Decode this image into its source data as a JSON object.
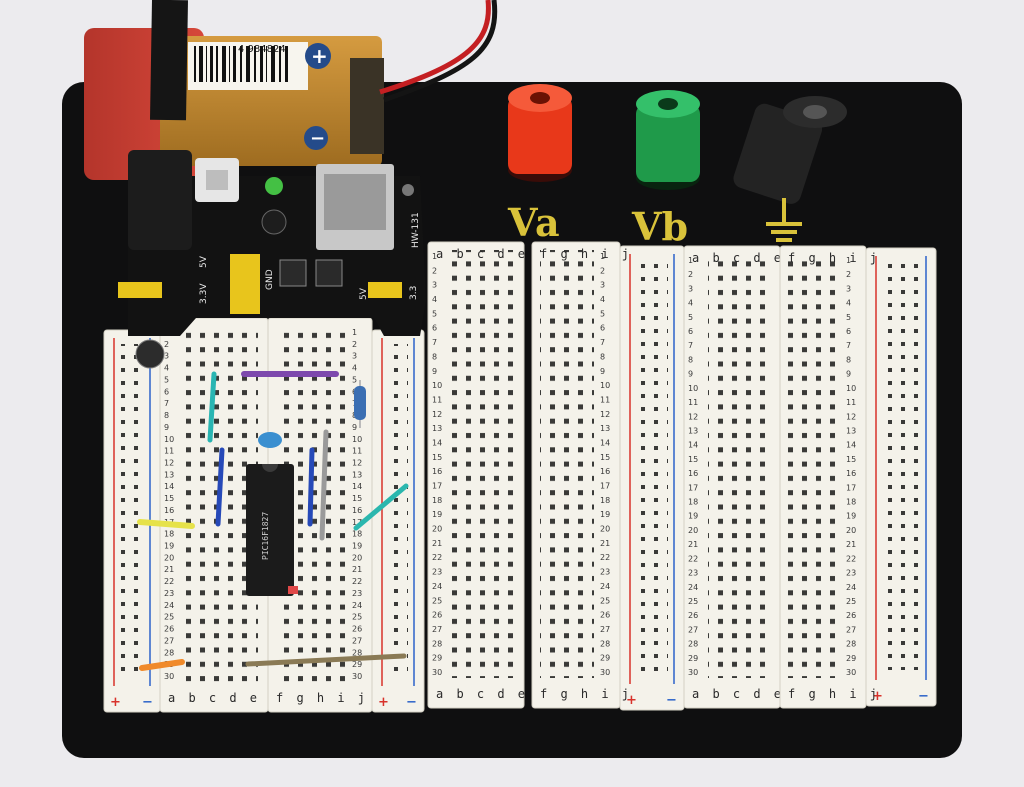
{
  "photo": {
    "battery": {
      "barcode_digits": "4 984824",
      "plus_symbol": "+",
      "minus_symbol": "−"
    },
    "power_module": {
      "model": "HW-131",
      "label_5v_left": "5V",
      "label_33_left": "3.3V",
      "label_gnd": "GND",
      "label_5v_right": "5V",
      "label_33_right": "3.3"
    },
    "terminals": {
      "va_label": "Va",
      "vb_label": "Vb"
    },
    "breadboard": {
      "column_letters_left": "a b c d e",
      "column_letters_right": "f g h i j",
      "plus_sign": "+",
      "minus_sign": "−",
      "row_numbers": [
        "1",
        "2",
        "3",
        "4",
        "5",
        "6",
        "7",
        "8",
        "9",
        "10",
        "11",
        "12",
        "13",
        "14",
        "15",
        "16",
        "17",
        "18",
        "19",
        "20",
        "21",
        "22",
        "23",
        "24",
        "25",
        "26",
        "27",
        "28",
        "29",
        "30"
      ]
    },
    "chip": {
      "marking": "PIC16F1827"
    },
    "colors": {
      "board": "#111111",
      "breadboard": "#f4f2ea",
      "rail_red": "#d8322b",
      "rail_blue": "#2d63c9",
      "terminal_red": "#e8381a",
      "terminal_green": "#1f9a4a",
      "terminal_black": "#1a1a1a",
      "terminal_text": "#d9c23a",
      "battery": "#c1842c"
    }
  }
}
